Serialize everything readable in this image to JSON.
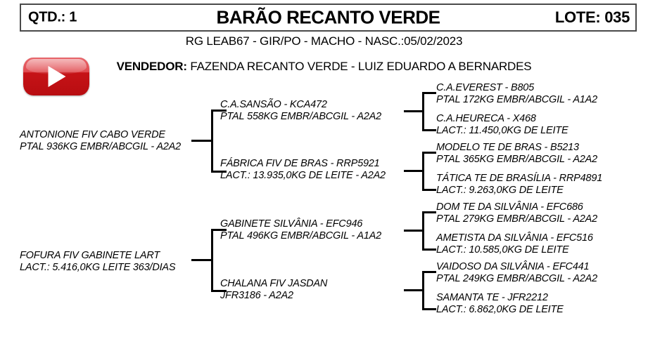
{
  "header": {
    "qtd": "QTD.: 1",
    "title": "BARÃO RECANTO VERDE",
    "lote": "LOTE: 035"
  },
  "subtitle": "RG LEAB67 - GIR/PO - MACHO - NASC.:05/02/2023",
  "vendor": {
    "key": "VENDEDOR:",
    "value": " FAZENDA RECANTO VERDE - LUIZ EDUARDO A BERNARDES"
  },
  "media": {
    "logo_name": "youtube-play-icon"
  },
  "pedigree": {
    "sire": {
      "line1": "ANTONIONE FIV CABO VERDE",
      "line2": "PTAL 936KG EMBR/ABCGIL - A2A2"
    },
    "dam": {
      "line1": "FOFURA FIV GABINETE LART",
      "line2": "LACT.: 5.416,0KG LEITE 363/DIAS"
    },
    "gen2": [
      {
        "line1": "C.A.SANSÃO - KCA472",
        "line2": "PTAL 558KG EMBR/ABCGIL - A2A2"
      },
      {
        "line1": "FÁBRICA FIV DE BRAS - RRP5921",
        "line2": "LACT.: 13.935,0KG DE LEITE - A2A2"
      },
      {
        "line1": "GABINETE SILVÂNIA - EFC946",
        "line2": "PTAL 496KG EMBR/ABCGIL - A1A2"
      },
      {
        "line1": "CHALANA FIV JASDAN",
        "line2": "JFR3186 - A2A2"
      }
    ],
    "gen3": [
      {
        "line1": "C.A.EVEREST - B805",
        "line2": "PTAL 172KG EMBR/ABCGIL - A1A2"
      },
      {
        "line1": "C.A.HEURECA - X468",
        "line2": "LACT.: 11.450,0KG DE LEITE"
      },
      {
        "line1": "MODELO TE DE BRAS - B5213",
        "line2": "PTAL 365KG EMBR/ABCGIL - A2A2"
      },
      {
        "line1": "TÁTICA TE DE BRASÍLIA - RRP4891",
        "line2": "LACT.: 9.263,0KG DE LEITE"
      },
      {
        "line1": "DOM TE DA SILVÂNIA - EFC686",
        "line2": "PTAL 279KG EMBR/ABCGIL - A2A2"
      },
      {
        "line1": "AMETISTA DA SILVÂNIA - EFC516",
        "line2": "LACT.: 10.585,0KG DE LEITE"
      },
      {
        "line1": "VAIDOSO DA SILVÂNIA - EFC441",
        "line2": "PTAL 249KG EMBR/ABCGIL - A2A2"
      },
      {
        "line1": "SAMANTA TE - JFR2212",
        "line2": "LACT.: 6.862,0KG DE LEITE"
      }
    ]
  }
}
